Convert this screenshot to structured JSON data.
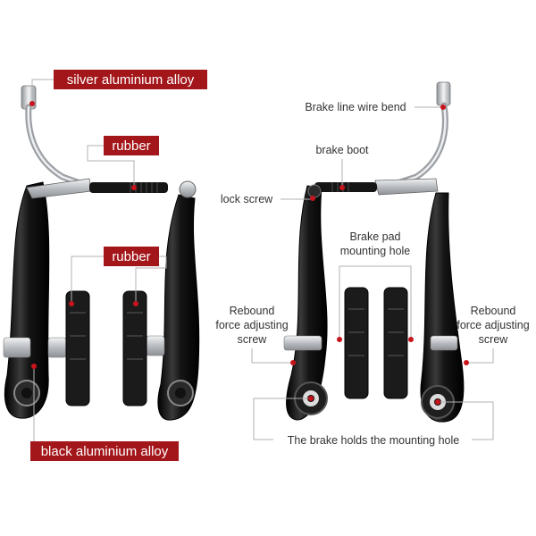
{
  "colors": {
    "tag_fill": "#a3161a",
    "dot": "#c8141c",
    "metal": "#111111",
    "silver": "#c9cdd1",
    "leader": "#b0b0b0",
    "text": "#333333"
  },
  "left_tags": {
    "silver": "silver aluminium alloy",
    "rubber_boot": "rubber",
    "rubber_pad": "rubber",
    "black": "black aluminium alloy"
  },
  "right_callouts": {
    "wire_bend": "Brake line wire bend",
    "brake_boot": "brake boot",
    "lock_screw": "lock screw",
    "pad_hole_line1": "Brake pad",
    "pad_hole_line2": "mounting hole",
    "rebound_left_line1": "Rebound",
    "rebound_left_line2": "force adjusting",
    "rebound_left_line3": "screw",
    "rebound_right_line1": "Rebound",
    "rebound_right_line2": "force adjusting",
    "rebound_right_line3": "screw",
    "mount_hole": "The brake holds the mounting hole"
  }
}
